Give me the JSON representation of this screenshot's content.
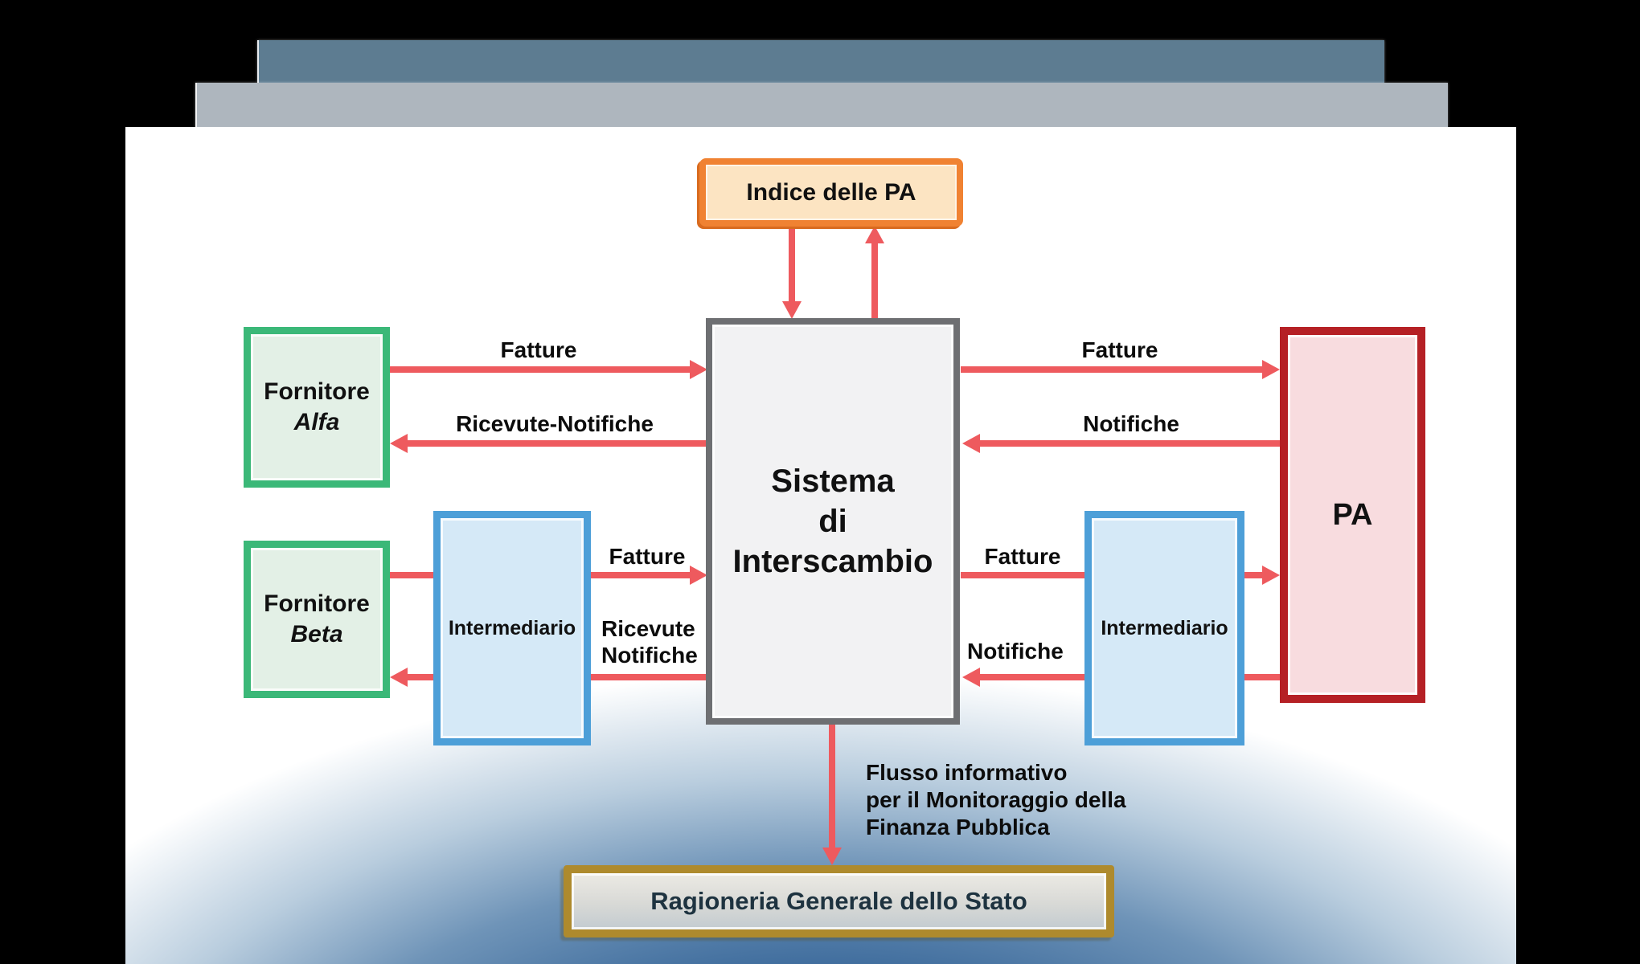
{
  "nodes": {
    "indice_pa": {
      "label": "Indice delle PA"
    },
    "sistema": {
      "line1": "Sistema",
      "line2": "di",
      "line3": "Interscambio"
    },
    "fornitore_alfa": {
      "line1": "Fornitore",
      "line2": "Alfa"
    },
    "fornitore_beta": {
      "line1": "Fornitore",
      "line2": "Beta"
    },
    "intermediario_left": {
      "label": "Intermediario"
    },
    "intermediario_right": {
      "label": "Intermediario"
    },
    "pa": {
      "label": "PA"
    },
    "ragioneria": {
      "label": "Ragioneria Generale dello Stato"
    }
  },
  "edges": {
    "fatture_alfa": "Fatture",
    "ricevute_notifiche_alfa": "Ricevute-Notifiche",
    "fatture_beta": "Fatture",
    "ricevute_beta_line1": "Ricevute",
    "ricevute_beta_line2": "Notifiche",
    "fatture_pa_top": "Fatture",
    "notifiche_pa_top": "Notifiche",
    "fatture_pa_bottom": "Fatture",
    "notifiche_pa_bottom": "Notifiche",
    "flusso_line1": "Flusso informativo",
    "flusso_line2": "per il Monitoraggio della",
    "flusso_line3": "Finanza Pubblica"
  },
  "colors": {
    "arrow": "#ee5a5e",
    "orange_border": "#f08232",
    "orange_fill": "#fce4c2",
    "green_border": "#3bb878",
    "green_fill": "#e3f0e6",
    "blue_border": "#4d9fd8",
    "blue_fill": "#d5e9f7",
    "red_border": "#b52025",
    "red_fill": "#f8dcdf",
    "gray_border": "#6e6f72",
    "gray_fill": "#f2f2f3",
    "gold_border": "#ae8a2d",
    "rag_text": "#1e3340",
    "bar_dark": "#5d7c91",
    "bar_light": "#aeb6be"
  }
}
